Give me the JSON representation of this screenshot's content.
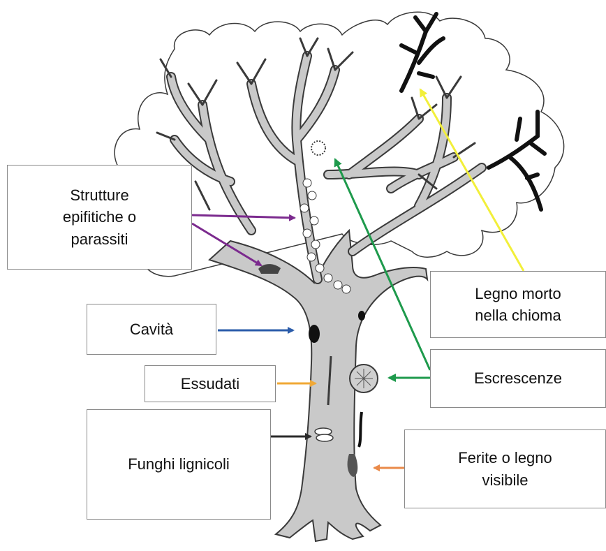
{
  "labels": {
    "strutture": "Strutture\nepifitiche o\nparassiti",
    "cavita": "Cavità",
    "essudati": "Essudati",
    "funghi": "Funghi lignicoli",
    "legno_morto": "Legno morto\nnella chioma",
    "escrescenze": "Escrescenze",
    "ferite": "Ferite o legno\nvisibile"
  },
  "colors": {
    "strutture": "#7b2a8e",
    "cavita": "#2b5caa",
    "essudati": "#f0a836",
    "funghi": "#2a2a2a",
    "legno_morto": "#f2ef3a",
    "escrescenze": "#1e9a4c",
    "ferite": "#ea8a4a",
    "tree_fill": "#c9c9c9",
    "tree_stroke": "#3a3a3a",
    "dead_wood": "#111111"
  }
}
